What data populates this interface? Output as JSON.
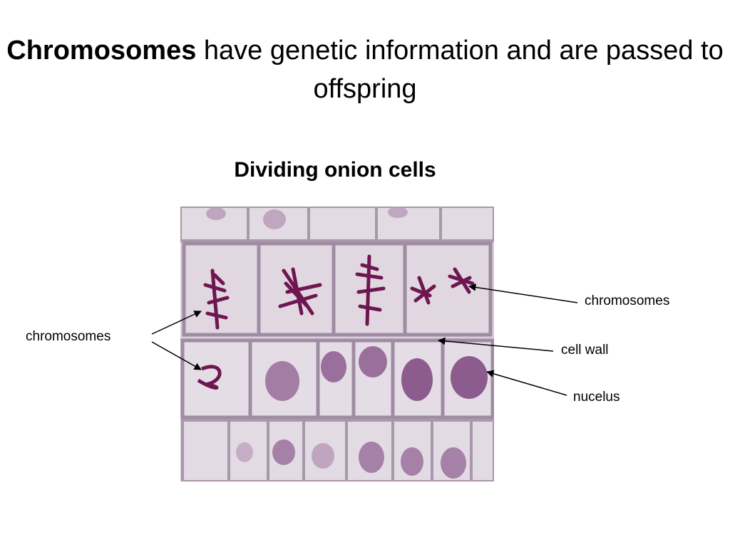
{
  "slide": {
    "title_bold": "Chromosomes",
    "title_rest": " have genetic information and are passed to offspring",
    "subtitle": "Dividing onion cells"
  },
  "labels": {
    "left": "chromosomes",
    "right_top": "chromosomes",
    "right_middle": "cell wall",
    "right_bottom": "nucelus"
  },
  "colors": {
    "stain": "#7a1f5c",
    "nucleus": "#8a4a85",
    "cell_bg": "#ddd3df",
    "wall": "#b9a9bb"
  }
}
